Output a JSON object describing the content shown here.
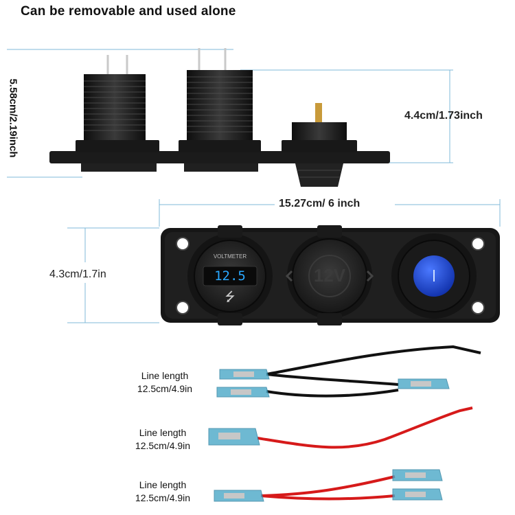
{
  "title": "Can be removable and used alone",
  "dimensions": {
    "total_height": "5.58cm/2.19inch",
    "body_height": "4.4cm/1.73inch",
    "width": "15.27cm/ 6 inch",
    "panel_height": "4.3cm/1.7in"
  },
  "panel": {
    "voltmeter_label": "VOLTMETER",
    "voltage_reading": "12.5",
    "socket_label": "12V",
    "switch_color": "#1a44d6",
    "display_color": "#2aa8ff"
  },
  "wires": [
    {
      "label_line1": "Line length",
      "label_line2": "12.5cm/4.9in",
      "color": "black"
    },
    {
      "label_line1": "Line length",
      "label_line2": "12.5cm/4.9in",
      "color": "red"
    },
    {
      "label_line1": "Line length",
      "label_line2": "12.5cm/4.9in",
      "color": "red"
    }
  ]
}
